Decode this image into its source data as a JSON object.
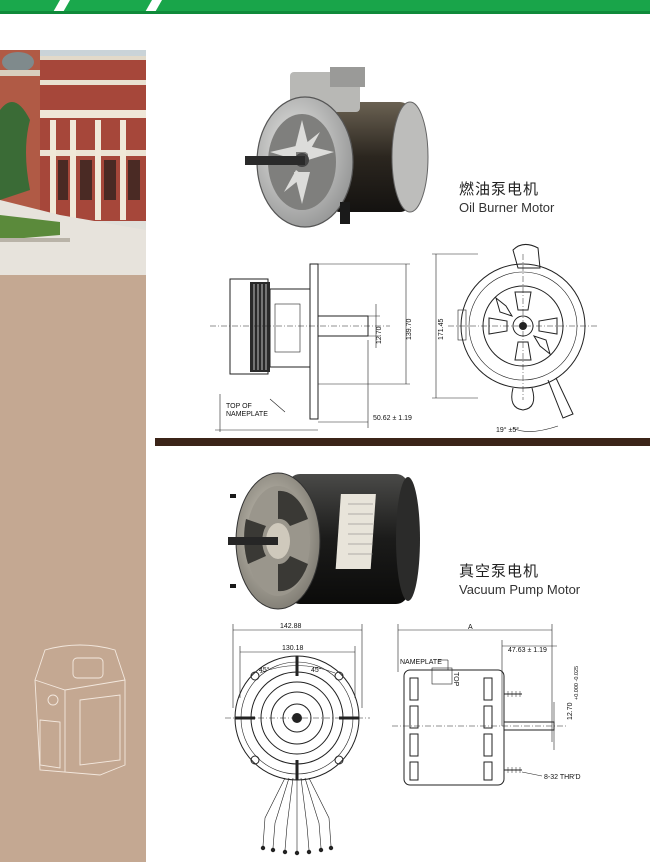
{
  "sections": [
    {
      "title_zh": "燃油泵电机",
      "title_en": "Oil Burner Motor",
      "dimensions": {
        "shaft_dia": "12.70",
        "flange_height": "139.70",
        "overall_dia": "171.45",
        "shaft_length": "50.62 ± 1.19",
        "nameplate_note": "TOP OF NAMEPLATE",
        "angle": "19° ±5°"
      }
    },
    {
      "title_zh": "真空泵电机",
      "title_en": "Vacuum Pump Motor",
      "dimensions": {
        "outer_dia": "142.88",
        "bolt_circle": "130.18",
        "angle_left": "45°",
        "angle_right": "45°",
        "length": "A",
        "shaft_length": "47.63 ± 1.19",
        "nameplate": "NAMEPLATE",
        "top": "TOP",
        "shaft_dia": "12.70",
        "tolerance": "+0.000 -0.025",
        "thread": "8-32 THR'D"
      }
    }
  ],
  "colors": {
    "accent_green": "#16a34a",
    "sidebar": "#c4a892",
    "divider": "#3b2418"
  }
}
